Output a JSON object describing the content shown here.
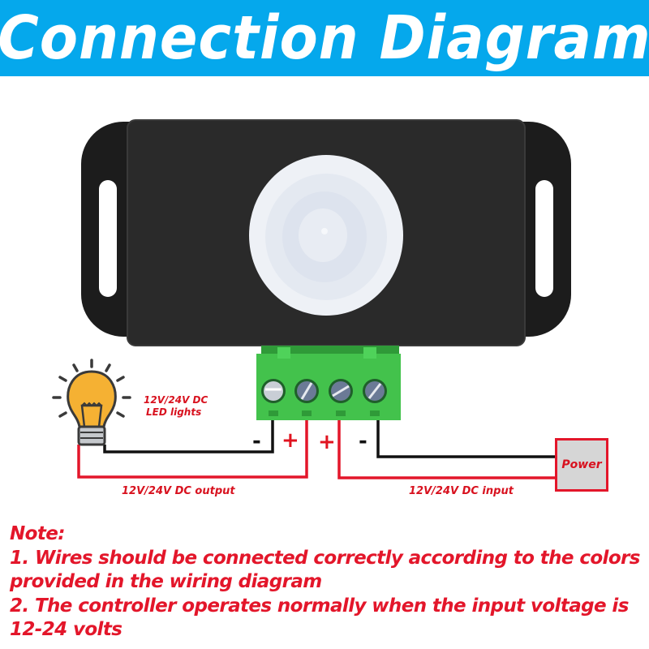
{
  "header": {
    "title": "Connection Diagram",
    "background_color": "#05a8ec",
    "text_color": "#ffffff"
  },
  "device": {
    "type": "PIR motion sensor controller",
    "body_color": "#262626",
    "lens_color": "#f2f4f8",
    "terminal_block_color": "#3fc24a",
    "terminal_count": 4
  },
  "terminals": [
    {
      "sign": "-",
      "role": "output negative",
      "wire_color": "#111111"
    },
    {
      "sign": "+",
      "role": "output positive",
      "wire_color": "#e3162a"
    },
    {
      "sign": "+",
      "role": "input positive",
      "wire_color": "#e3162a"
    },
    {
      "sign": "-",
      "role": "input negative",
      "wire_color": "#111111"
    }
  ],
  "load": {
    "icon": "light-bulb-icon",
    "label_line1": "12V/24V DC",
    "label_line2": "LED lights",
    "bulb_color": "#f5b133"
  },
  "output_label": "12V/24V DC output",
  "input_label": "12V/24V DC input",
  "power": {
    "label": "Power",
    "fill_color": "#d6d6d6",
    "border_color": "#e3162a"
  },
  "notes": {
    "title": "Note:",
    "lines": [
      "1. Wires should be connected correctly according to the colors",
      "provided in the wiring diagram",
      "2. The controller operates normally when the input voltage is",
      "12-24 volts"
    ],
    "color": "#e3162a"
  }
}
